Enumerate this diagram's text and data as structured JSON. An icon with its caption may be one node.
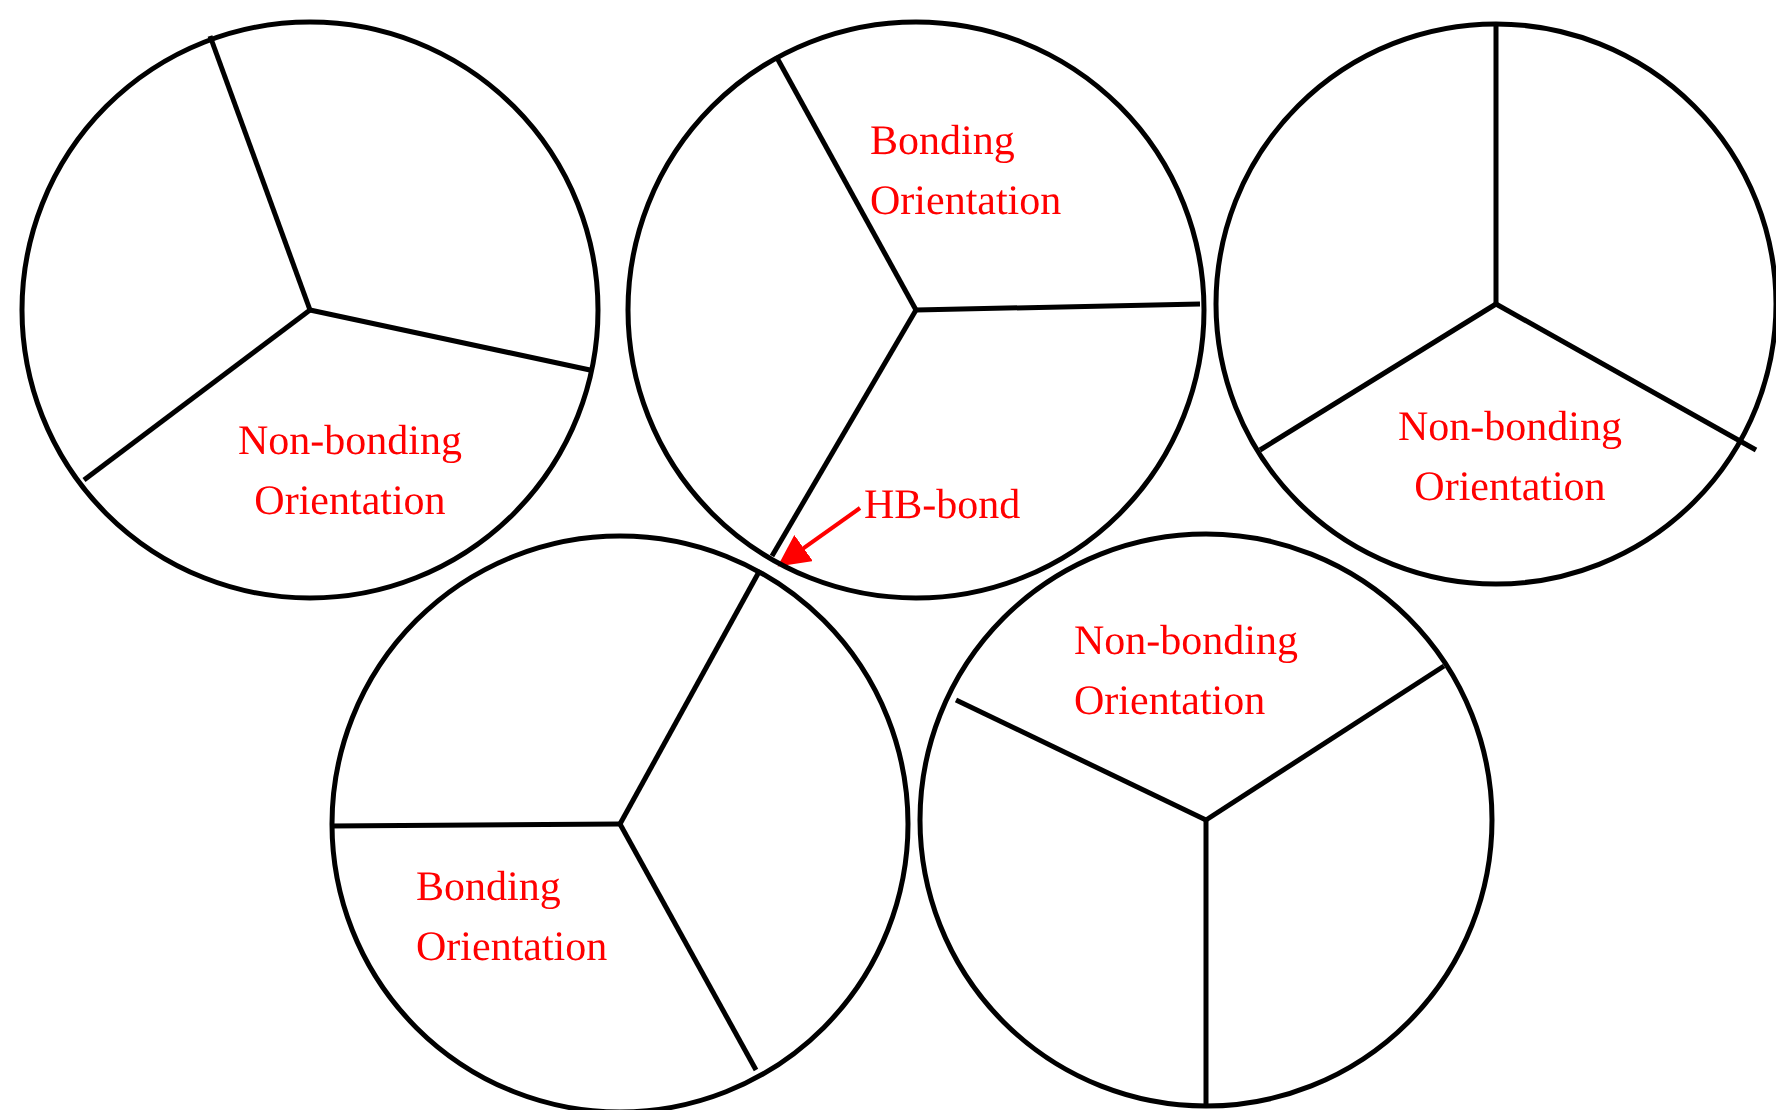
{
  "diagram": {
    "nodes": [
      {
        "text": [
          "Non-bonding Orientation"
        ]
      },
      {
        "text": [
          "Bonding Orientation"
        ]
      },
      {
        "text": [
          "Non-bonding Orientation"
        ]
      },
      {
        "text": [
          "HB-bond"
        ],
        "in": 1
      },
      {
        "text": [
          "Bonding Orientation"
        ]
      },
      {
        "text": [
          "Non-bonding Orientation"
        ]
      }
    ],
    "edges": [
      {
        "from": 3,
        "to": 1,
        "arrow": "to"
      }
    ]
  }
}
